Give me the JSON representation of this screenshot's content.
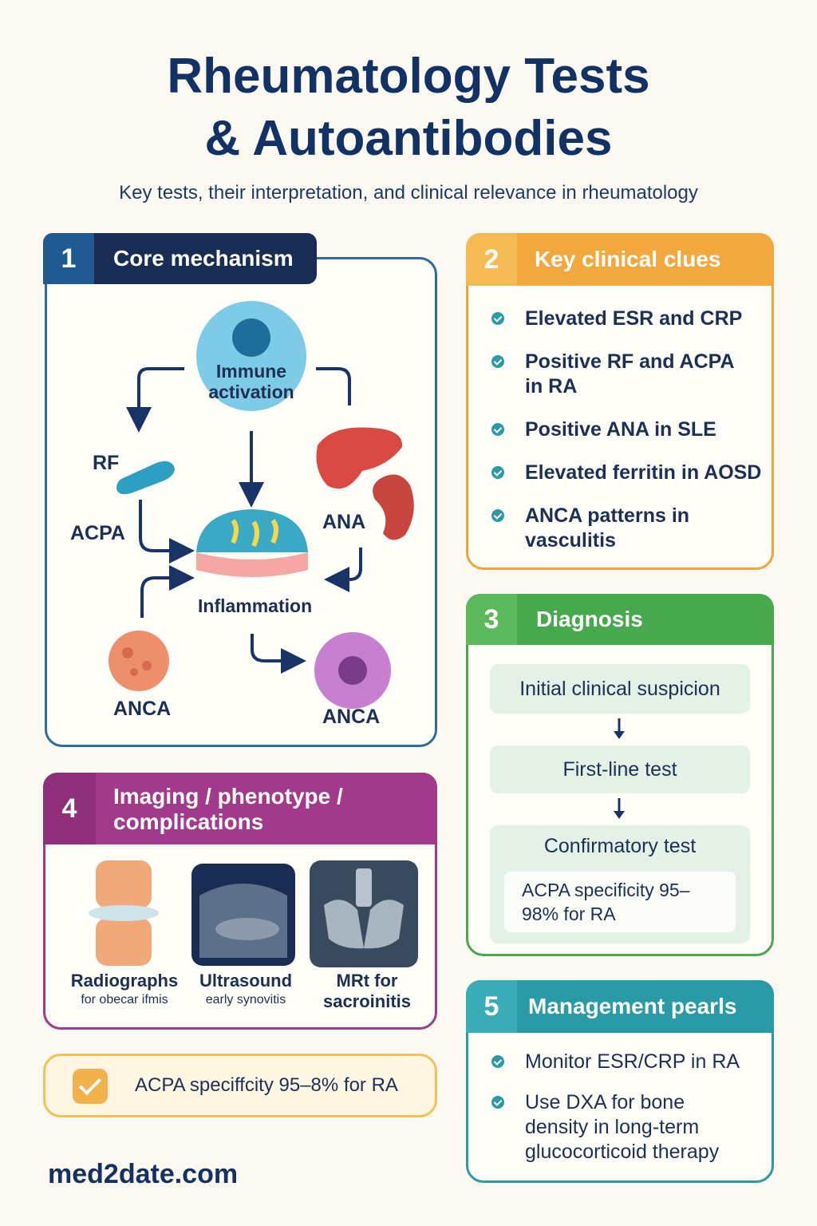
{
  "header": {
    "title_line1": "Rheumatology Tests",
    "title_line2": "& Autoantibodies",
    "subtitle": "Key tests, their interpretation, and clinical relevance in rheumatology"
  },
  "section1": {
    "number": "1",
    "title": "Core mechanism",
    "labels": {
      "immune": "Immune activation",
      "rf": "RF",
      "acpa": "ACPA",
      "ana": "ANA",
      "inflammation": "Inflammation",
      "anca_left": "ANCA",
      "anca_right": "ANCA"
    }
  },
  "section2": {
    "number": "2",
    "title": "Key clinical clues",
    "items": [
      "Elevated ESR and CRP",
      "Positive RF and ACPA in RA",
      "Positive ANA in SLE",
      "Elevated ferritin in AOSD",
      "ANCA patterns in vasculitis"
    ]
  },
  "section3": {
    "number": "3",
    "title": "Diagnosis",
    "steps": [
      "Initial clinical suspicion",
      "First-line test",
      "Confirmatory test"
    ],
    "note": "ACPA specificity 95–98% for RA"
  },
  "section4": {
    "number": "4",
    "title": "Imaging / phenotype / complications",
    "images": [
      {
        "caption": "Radiographs",
        "sub": "for obecar ifmis"
      },
      {
        "caption": "Ultrasound",
        "sub": "early synovitis"
      },
      {
        "caption": "MRt for sacroinitis",
        "sub": ""
      }
    ]
  },
  "callout": {
    "text": "ACPA speciffcity 95–8% for RA"
  },
  "section5": {
    "number": "5",
    "title": "Management pearls",
    "items": [
      "Monitor ESR/CRP in RA",
      "Use DXA for bone density in long-term glucocorticoid therapy"
    ]
  },
  "footer": {
    "site": "med2date.com"
  },
  "colors": {
    "navy": "#123164",
    "section1": "#1f4e86",
    "section2": "#f0a43a",
    "section3": "#47a84d",
    "section4": "#a23a8c",
    "section5": "#2a9aa6",
    "callout": "#f2c15b"
  }
}
